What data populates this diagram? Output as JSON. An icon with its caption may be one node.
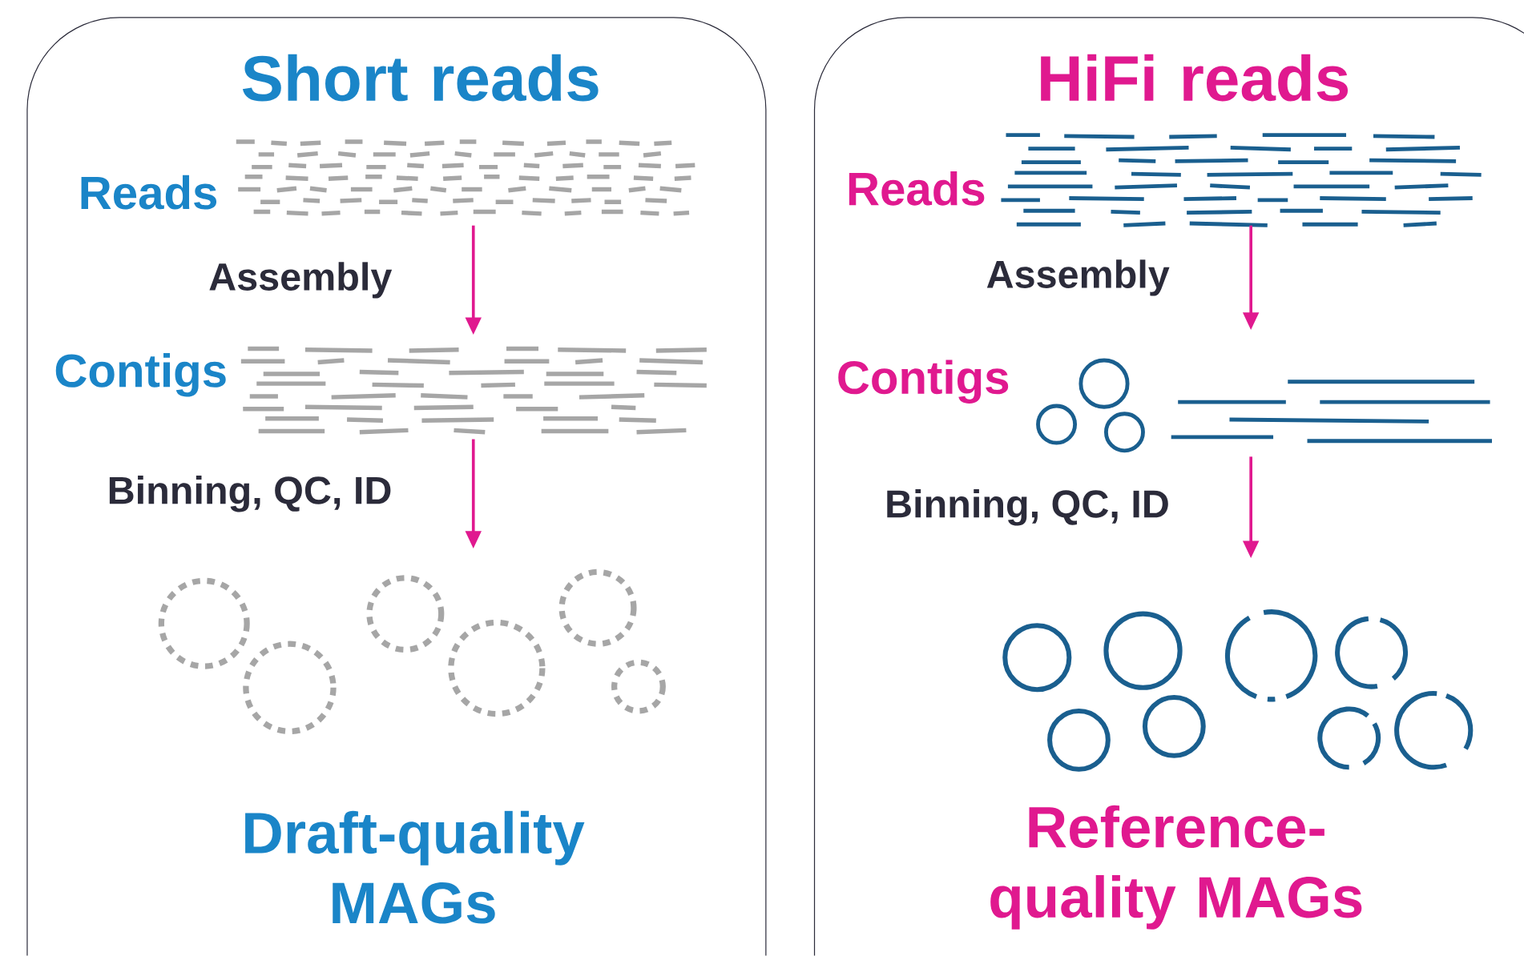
{
  "diagram": {
    "nodes": [
      {
        "text": [
          "Short reads",
          "Draft-quality MAGs"
        ]
      },
      {
        "text": [
          "Reads"
        ],
        "in": 0
      },
      {
        "text": [
          "Contigs"
        ],
        "in": 0
      },
      {
        "text": [],
        "shape": "picture",
        "in": 0
      },
      {
        "text": [
          "HiFi reads",
          "Reference-quality MAGs"
        ]
      },
      {
        "text": [
          "Reads"
        ],
        "in": 4
      },
      {
        "text": [
          "Contigs"
        ],
        "in": 4
      },
      {
        "text": [],
        "shape": "picture",
        "in": 4
      }
    ],
    "edges": [
      {
        "from": 1,
        "to": 2,
        "arrow": "to",
        "label": "Assembly"
      },
      {
        "from": 2,
        "to": 3,
        "arrow": "to",
        "label": "Binning, QC, ID"
      },
      {
        "from": 5,
        "to": 6,
        "arrow": "to",
        "label": "Assembly"
      },
      {
        "from": 6,
        "to": 7,
        "arrow": "to",
        "label": "Binning, QC, ID"
      }
    ]
  }
}
